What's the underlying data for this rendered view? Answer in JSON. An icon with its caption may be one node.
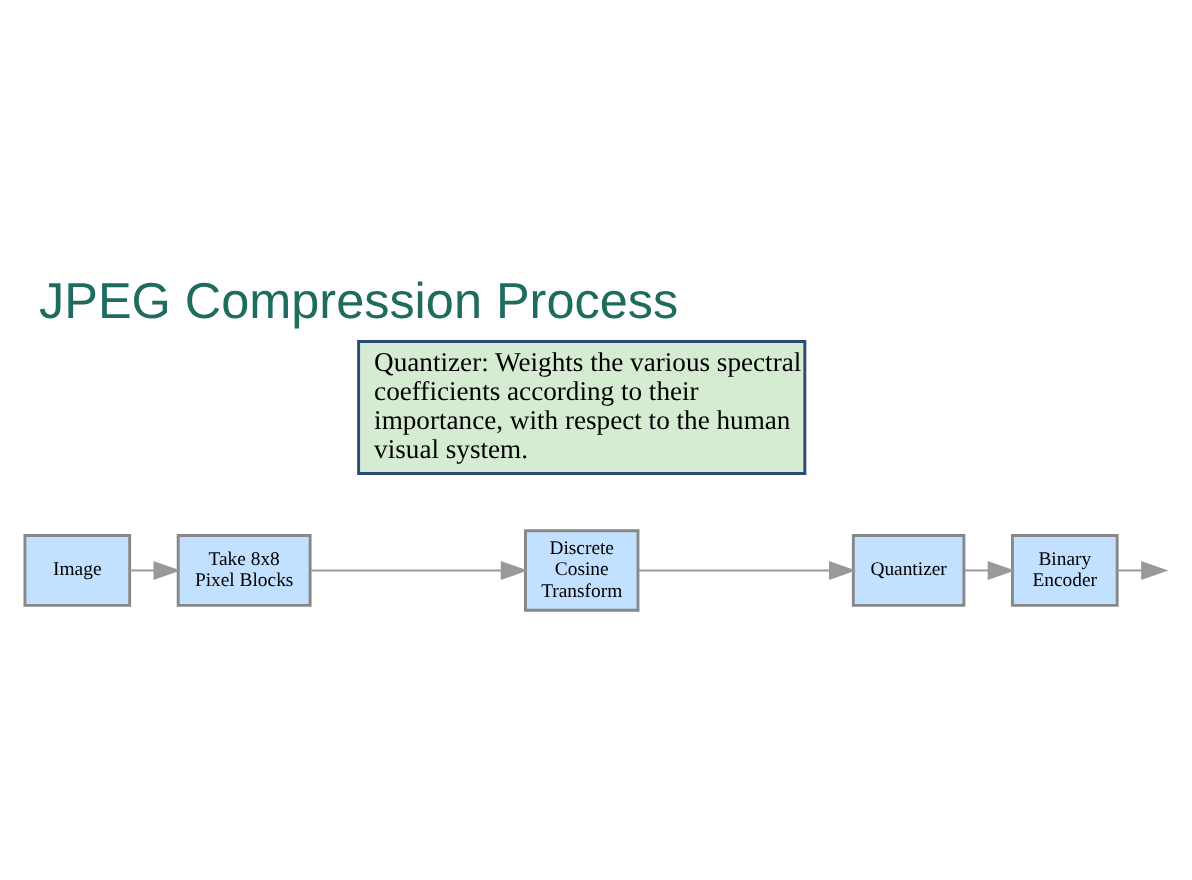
{
  "diagram": {
    "title": "JPEG Compression Process",
    "nodes": [
      {
        "text": [
          "Image"
        ]
      },
      {
        "text": [
          "Take 8x8 Pixel Blocks"
        ]
      },
      {
        "text": [
          "Discrete Cosine Transform"
        ]
      },
      {
        "text": [
          "Quantizer"
        ]
      },
      {
        "text": [
          "Binary Encoder"
        ]
      },
      {
        "text": [
          "Quantizer: Weights the various spectral coefficients according to their importance, with respect to the human visual system."
        ]
      }
    ],
    "edges": [
      {
        "from": 0,
        "to": 1,
        "arrow": "to"
      },
      {
        "from": 1,
        "to": 2,
        "arrow": "to"
      },
      {
        "from": 2,
        "to": 3,
        "arrow": "to"
      },
      {
        "from": 3,
        "to": 4,
        "arrow": "to"
      },
      {
        "from": 4,
        "to": null,
        "arrow": "to"
      }
    ]
  }
}
